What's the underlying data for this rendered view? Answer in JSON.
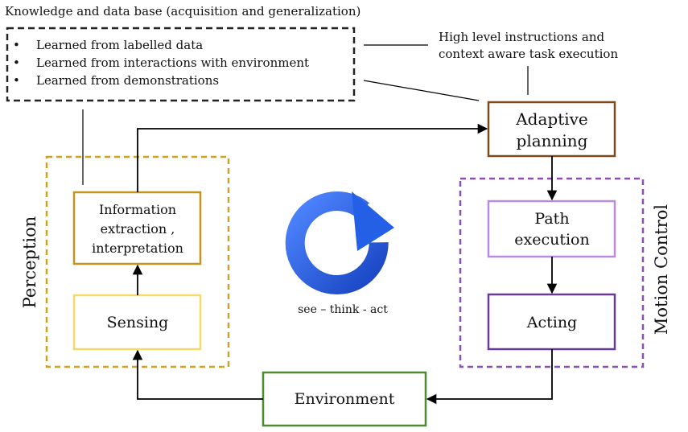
{
  "knowledge": {
    "title": "Knowledge and data base (acquisition and generalization)",
    "bullet": "•",
    "items": [
      "Learned from labelled data",
      "Learned from interactions with environment",
      "Learned from demonstrations"
    ]
  },
  "instructions": {
    "line1": "High level instructions and",
    "line2": "context aware task execution"
  },
  "planning": {
    "line1": "Adaptive",
    "line2": "planning"
  },
  "perception": {
    "label": "Perception",
    "info": {
      "line1": "Information",
      "line2": "extraction ,",
      "line3": "interpretation"
    },
    "sensing": "Sensing"
  },
  "motion_control": {
    "label": "Motion Control",
    "path": {
      "line1": "Path",
      "line2": "execution"
    },
    "acting": "Acting"
  },
  "environment": "Environment",
  "cycle": {
    "caption": "see – think - act",
    "icon": "circular-arrow-icon"
  },
  "colors": {
    "perception": "#c9a227",
    "info_box": "#c3951c",
    "sensing_box": "#f7d96a",
    "planning": "#7b4a1e",
    "motion": "#8a4fb0",
    "path_box": "#b98ae0",
    "acting_box": "#6a3a9a",
    "environment": "#4e8a2e",
    "cycle": "#1f57d6"
  }
}
